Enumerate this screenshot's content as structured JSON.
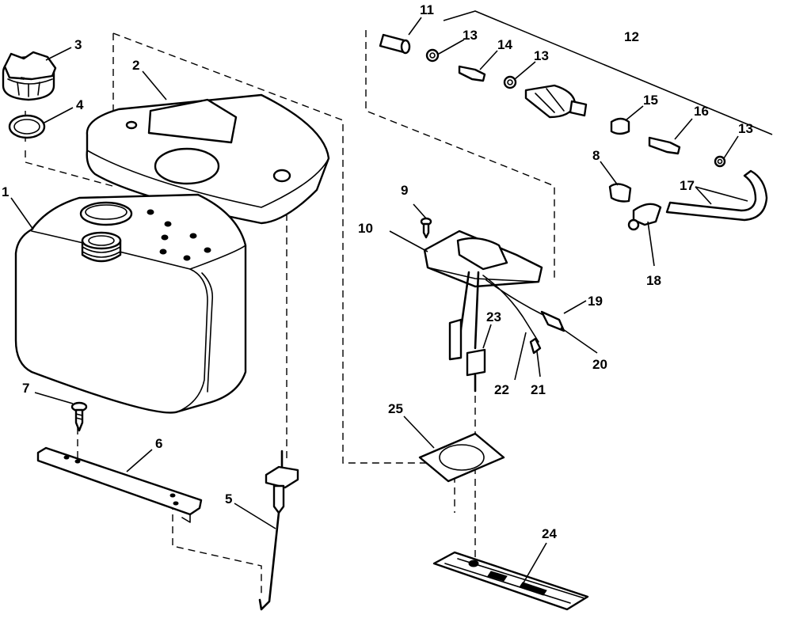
{
  "callouts": {
    "n1": "1",
    "n2": "2",
    "n3": "3",
    "n4": "4",
    "n5": "5",
    "n6": "6",
    "n7": "7",
    "n8": "8",
    "n9": "9",
    "n10": "10",
    "n11": "11",
    "n12": "12",
    "n13a": "13",
    "n13b": "13",
    "n13c": "13",
    "n14": "14",
    "n15": "15",
    "n16": "16",
    "n17": "17",
    "n18": "18",
    "n19": "19",
    "n20": "20",
    "n21": "21",
    "n22": "22",
    "n23": "23",
    "n24": "24",
    "n25": "25"
  }
}
